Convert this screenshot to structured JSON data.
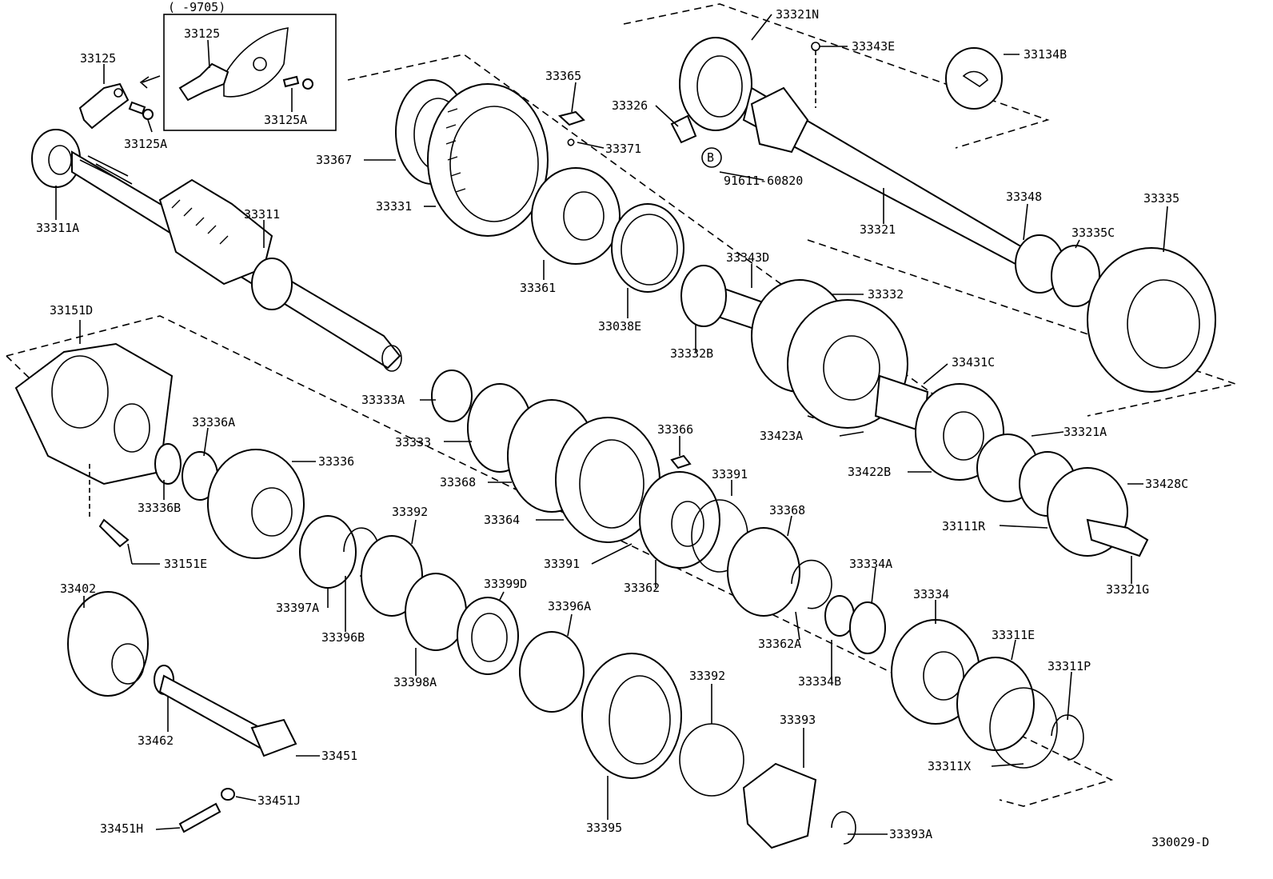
{
  "diagram_code": "330029-D",
  "inset_caption": "(      -9705)",
  "callout_letter": "B",
  "labels": {
    "l33125_out": "33125",
    "l33125_in": "33125",
    "l33125A_in": "33125A",
    "l33125A_out": "33125A",
    "l33311A": "33311A",
    "l33311": "33311",
    "l33367": "33367",
    "l33365": "33365",
    "l33371": "33371",
    "l33331": "33331",
    "l33361": "33361",
    "l33038E": "33038E",
    "l33326": "33326",
    "l91611": "91611-60820",
    "l33321N": "33321N",
    "l33343E": "33343E",
    "l33134B": "33134B",
    "l33321": "33321",
    "l33348": "33348",
    "l33335": "33335",
    "l33335C": "33335C",
    "l33343D": "33343D",
    "l33332": "33332",
    "l33332B": "33332B",
    "l33431C": "33431C",
    "l33423A": "33423A",
    "l33321A": "33321A",
    "l33422B": "33422B",
    "l33428C": "33428C",
    "l33111R": "33111R",
    "l33321G": "33321G",
    "l33151D": "33151D",
    "l33336A": "33336A",
    "l33336": "33336",
    "l33336B": "33336B",
    "l33151E": "33151E",
    "l33333A": "33333A",
    "l33333": "33333",
    "l33368a": "33368",
    "l33364": "33364",
    "l33366": "33366",
    "l33391a": "33391",
    "l33391b": "33391",
    "l33362": "33362",
    "l33368b": "33368",
    "l33362A": "33362A",
    "l33334A": "33334A",
    "l33334": "33334",
    "l33334B": "33334B",
    "l33311E": "33311E",
    "l33311P": "33311P",
    "l33311X": "33311X",
    "l33392a": "33392",
    "l33397A": "33397A",
    "l33396B": "33396B",
    "l33399D": "33399D",
    "l33398A": "33398A",
    "l33396A": "33396A",
    "l33392b": "33392",
    "l33393": "33393",
    "l33393A": "33393A",
    "l33395": "33395",
    "l33402": "33402",
    "l33462": "33462",
    "l33451": "33451",
    "l33451J": "33451J",
    "l33451H": "33451H"
  }
}
